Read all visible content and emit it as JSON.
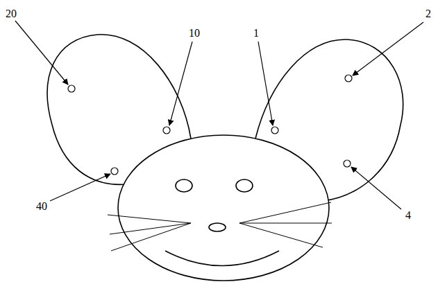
{
  "diagram": {
    "labels": [
      "20",
      "10",
      "1",
      "2",
      "40",
      "4"
    ]
  }
}
